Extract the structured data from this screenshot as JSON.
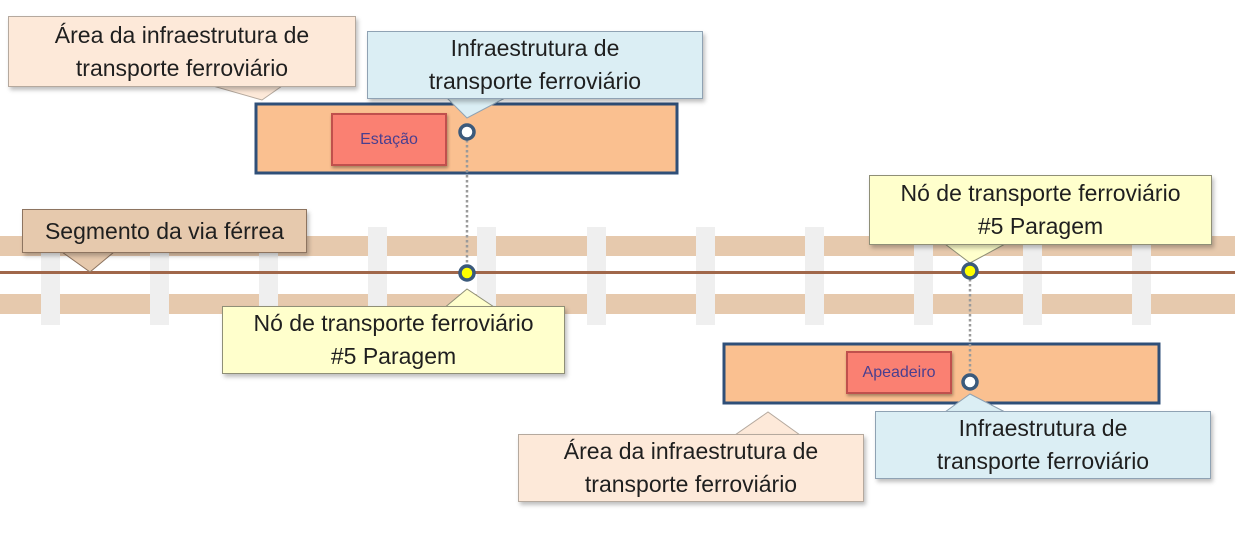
{
  "diagram": {
    "labels": {
      "area_top": [
        "Área da infraestrutura de",
        "transporte ferroviário"
      ],
      "infra_top": [
        "Infraestrutura de",
        "transporte ferroviário"
      ],
      "node_left": [
        "Nó de transporte ferroviário",
        "#5 Paragem"
      ],
      "node_right": [
        "Nó de transporte ferroviário",
        "#5 Paragem"
      ],
      "segment": "Segmento da via férrea",
      "area_bottom": [
        "Área da infraestrutura de",
        "transporte ferroviário"
      ],
      "infra_bottom": [
        "Infraestrutura de",
        "transporte ferroviário"
      ]
    },
    "stations": {
      "top": "Estação",
      "bottom": "Apeadeiro"
    }
  },
  "colors": {
    "rail": "#e6c9ad",
    "track_line": "#a0674a",
    "sleeper": "#efefef",
    "area_fill": "#fac090",
    "area_border": "#2f4f78",
    "node_point": "#ffff00",
    "infra_point": "#ffffff",
    "point_border": "#3b5a7c"
  }
}
